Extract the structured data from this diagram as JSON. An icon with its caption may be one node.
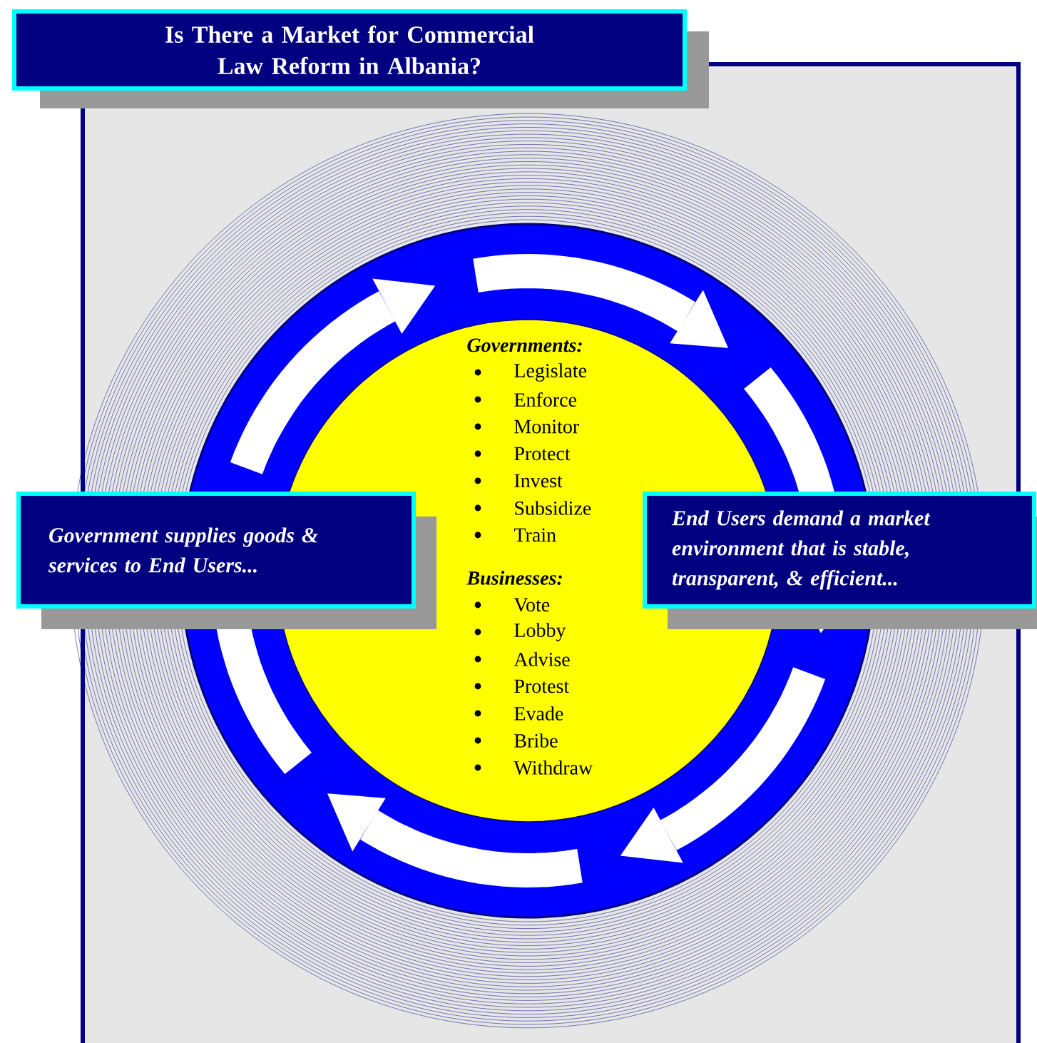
{
  "diagram": {
    "title": "Is There a Market for Commercial Law Reform in Albania?",
    "nodes": [
      {
        "text": [
          "Governments:",
          "Legislate",
          "Enforce",
          "Monitor",
          "Protect",
          "Invest",
          "Subsidize",
          "Train",
          "Businesses:",
          "Vote",
          "Lobby",
          "Advise",
          "Protest",
          "Evade",
          "Bribe",
          "Withdraw"
        ]
      },
      {
        "text": [
          "Government supplies goods & services to End Users..."
        ]
      },
      {
        "text": [
          "End Users demand a market environment that is stable, transparent, & efficient..."
        ]
      }
    ]
  }
}
